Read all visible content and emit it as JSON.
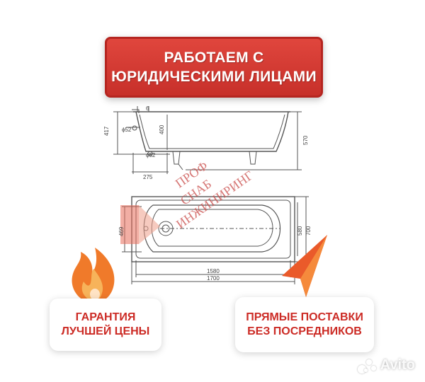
{
  "banner": {
    "line1": "РАБОТАЕМ С",
    "line2": "ЮРИДИЧЕСКИМИ ЛИЦАМИ"
  },
  "drawing": {
    "dim_height_total": "417",
    "dim_diameter_top": "ϕ52",
    "dim_inner_height": "400",
    "dim_top_small": "6",
    "dim_overall_height": "570",
    "dim_diameter_bottom": "ϕ52",
    "dim_drain_offset": "275",
    "dim_width_inner": "469",
    "dim_width_580": "580",
    "dim_width_700": "700",
    "dim_length_inner": "1580",
    "dim_length_total": "1700"
  },
  "watermark": {
    "line1": "ПРОФ",
    "line2": "СНАБ",
    "line3": "ИНЖИНИРИНГ"
  },
  "cards": {
    "guarantee_line1": "ГАРАНТИЯ",
    "guarantee_line2": "ЛУЧШЕЙ ЦЕНЫ",
    "supply_line1": "ПРЯМЫЕ ПОСТАВКИ",
    "supply_line2": "БЕЗ ПОСРЕДНИКОВ"
  },
  "avito": {
    "label": "Avito"
  },
  "colors": {
    "accent_red": "#cc2b25",
    "flame_orange": "#f07a2a",
    "line_gray": "#555555"
  },
  "icons": {
    "flame": "flame-icon",
    "arrow": "arrow-pointer-icon",
    "logo": "avito-logo-icon"
  }
}
